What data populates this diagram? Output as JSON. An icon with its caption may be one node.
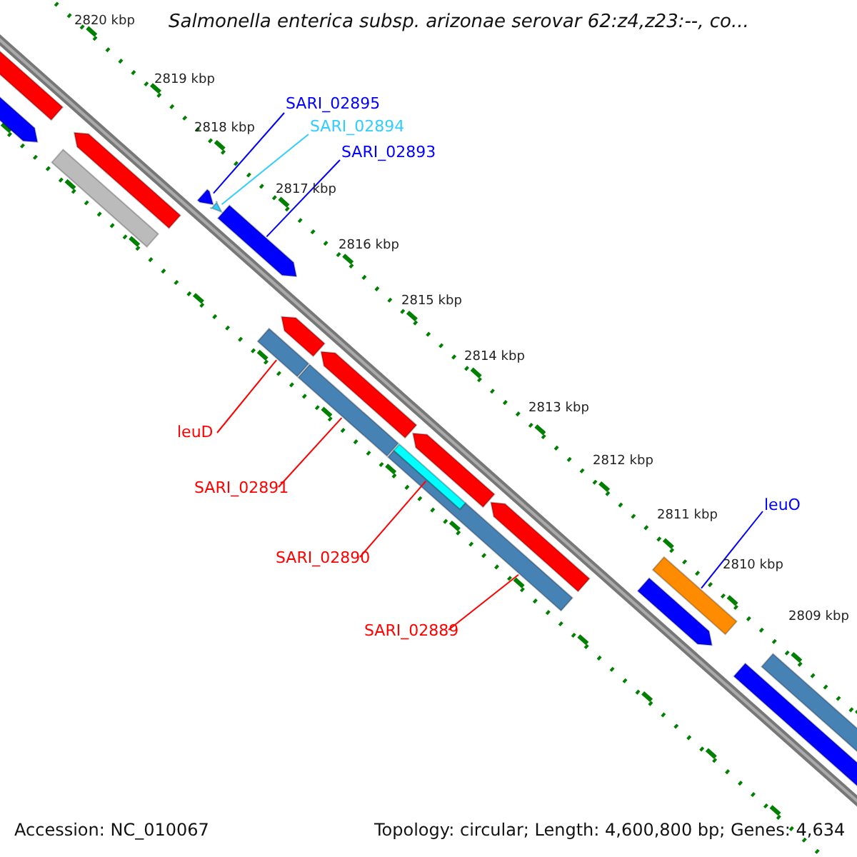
{
  "diagram": {
    "title": "Salmonella enterica subsp. arizonae serovar 62:z4,z23:--, co...",
    "nodes": [
      {
        "text": [
          "SARI_02895"
        ]
      },
      {
        "text": [
          "SARI_02894"
        ]
      },
      {
        "text": [
          "SARI_02893"
        ]
      },
      {
        "text": [
          "leuD"
        ]
      },
      {
        "text": [
          "SARI_02891"
        ]
      },
      {
        "text": [
          "SARI_02890"
        ]
      },
      {
        "text": [
          "SARI_02889"
        ]
      },
      {
        "text": [
          "leuO"
        ]
      },
      {
        "text": [],
        "shape": "arrow"
      },
      {
        "text": [],
        "shape": "arrow"
      },
      {
        "text": [],
        "shape": "arrow"
      },
      {
        "text": [],
        "shape": "bar"
      },
      {
        "text": [],
        "shape": "arrow"
      },
      {
        "text": [],
        "shape": "arrow"
      },
      {
        "text": [],
        "shape": "arrow"
      },
      {
        "text": [],
        "shape": "bar"
      },
      {
        "text": [],
        "shape": "arrow"
      },
      {
        "text": [],
        "shape": "bar"
      },
      {
        "text": [],
        "shape": "arrow"
      },
      {
        "text": [],
        "shape": "bar"
      },
      {
        "text": [],
        "shape": "bar"
      },
      {
        "text": [],
        "shape": "arrow"
      },
      {
        "text": [],
        "shape": "arrow"
      },
      {
        "text": [],
        "shape": "bar"
      },
      {
        "text": [],
        "shape": "arrow"
      },
      {
        "text": [],
        "shape": "arrow"
      },
      {
        "text": [],
        "shape": "bar"
      }
    ],
    "edges": [
      {
        "from": 0,
        "to": 12,
        "arrow": "none",
        "color": "#0000ff"
      },
      {
        "from": 1,
        "to": 13,
        "arrow": "none",
        "color": "#33ccff"
      },
      {
        "from": 2,
        "to": 14,
        "arrow": "none",
        "color": "#0000ff"
      },
      {
        "from": 3,
        "to": 15,
        "arrow": "none",
        "color": "#ff0000"
      },
      {
        "from": 4,
        "to": 17,
        "arrow": "none",
        "color": "#ff0000"
      },
      {
        "from": 5,
        "to": 19,
        "arrow": "none",
        "color": "#ff0000"
      },
      {
        "from": 6,
        "to": 20,
        "arrow": "none",
        "color": "#ff0000"
      },
      {
        "from": 7,
        "to": 23,
        "arrow": "none",
        "color": "#0000ff"
      }
    ],
    "labels": [
      "2820 kbp",
      "2819 kbp",
      "2818 kbp",
      "2817 kbp",
      "2816 kbp",
      "2815 kbp",
      "2814 kbp",
      "2813 kbp",
      "2812 kbp",
      "2811 kbp",
      "2810 kbp",
      "2809 kbp",
      "Accession: NC_010067",
      "Topology: circular; Length: 4,600,800 bp; Genes: 4,634"
    ]
  }
}
